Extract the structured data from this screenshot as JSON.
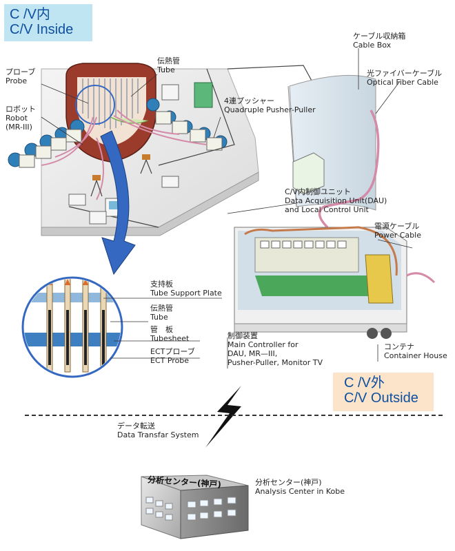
{
  "titles": {
    "inside_jp": "C /V内",
    "inside_en": "C/V Inside",
    "outside_jp": "C /V外",
    "outside_en": "C/V Outside"
  },
  "labels": {
    "probe_jp": "プローブ",
    "probe_en": "Probe",
    "tube_jp": "伝熱管",
    "tube_en": "Tube",
    "robot_jp": "ロボット",
    "robot_en": "Robot",
    "robot_model": "(MR-III)",
    "cable_box_jp": "ケーブル収納箱",
    "cable_box_en": "Cable Box",
    "optical_jp": "光ファイバーケーブル",
    "optical_en": "Optical Fiber Cable",
    "pusher_jp": "4連プッシャー",
    "pusher_en": "Quadruple Pusher-Puller",
    "dau_jp": "C/V内制御ユニット",
    "dau_en1": "Data Acquisition Unit(DAU)",
    "dau_en2": "and Local Control Unit",
    "power_jp": "電源ケーブル",
    "power_en": "Power Cable",
    "support_jp": "支持板",
    "support_en": "Tube Support Plate",
    "tube2_jp": "伝熱管",
    "tube2_en": "Tube",
    "tubesheet_jp": "管　板",
    "tubesheet_en": "Tubesheet",
    "ect_jp": "ECTプローブ",
    "ect_en": "ECT Probe",
    "controller_jp": "制御装置",
    "controller_en1": "Main Controller for",
    "controller_en2": "DAU, MR—III,",
    "controller_en3": "Pusher-Puller, Monitor TV",
    "container_jp": "コンテナ",
    "container_en": "Container House",
    "data_jp": "データ転送",
    "data_en": "Data Transfar System",
    "analysis_jp": "分析センター(神戸)",
    "analysis_en": "Analysis Center in Kobe",
    "building_sign": "分析センター(神戸)"
  },
  "colors": {
    "inside_box": "#bfe5f3",
    "outside_box": "#fbe4c9",
    "title_text": "#0f4fa0",
    "arrow_blue": "#3568c0",
    "cable_pink": "#d58aa8",
    "equipment_green": "#5cb87a",
    "steam_gen": "#9b3b2c"
  }
}
